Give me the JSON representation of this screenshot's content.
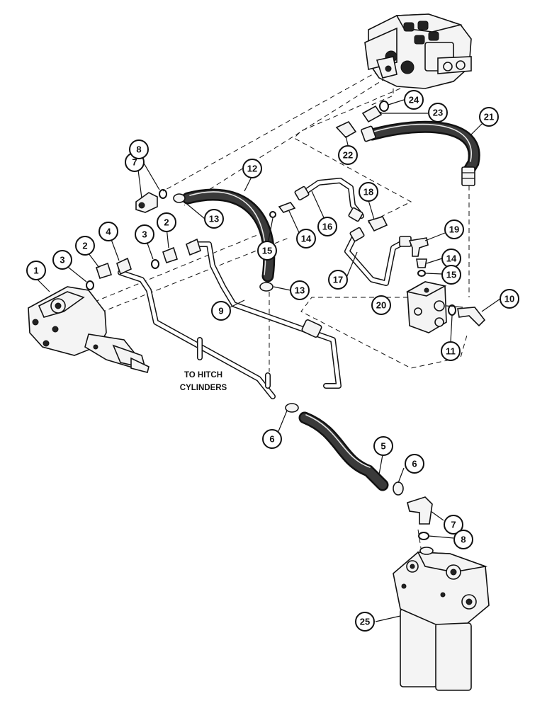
{
  "note": {
    "line1": "TO HITCH",
    "line2": "CYLINDERS"
  },
  "callouts": [
    {
      "id": "c1",
      "label": "1"
    },
    {
      "id": "c2a",
      "label": "2"
    },
    {
      "id": "c3a",
      "label": "3"
    },
    {
      "id": "c4",
      "label": "4"
    },
    {
      "id": "c3b",
      "label": "3"
    },
    {
      "id": "c2b",
      "label": "2"
    },
    {
      "id": "c5",
      "label": "5"
    },
    {
      "id": "c6a",
      "label": "6"
    },
    {
      "id": "c6b",
      "label": "6"
    },
    {
      "id": "c7a",
      "label": "7"
    },
    {
      "id": "c8a",
      "label": "8"
    },
    {
      "id": "c7b",
      "label": "7"
    },
    {
      "id": "c8b",
      "label": "8"
    },
    {
      "id": "c9",
      "label": "9"
    },
    {
      "id": "c10",
      "label": "10"
    },
    {
      "id": "c11",
      "label": "11"
    },
    {
      "id": "c12",
      "label": "12"
    },
    {
      "id": "c13a",
      "label": "13"
    },
    {
      "id": "c13b",
      "label": "13"
    },
    {
      "id": "c14a",
      "label": "14"
    },
    {
      "id": "c15a",
      "label": "15"
    },
    {
      "id": "c14b",
      "label": "14"
    },
    {
      "id": "c15b",
      "label": "15"
    },
    {
      "id": "c16",
      "label": "16"
    },
    {
      "id": "c17",
      "label": "17"
    },
    {
      "id": "c18",
      "label": "18"
    },
    {
      "id": "c19",
      "label": "19"
    },
    {
      "id": "c20",
      "label": "20"
    },
    {
      "id": "c21",
      "label": "21"
    },
    {
      "id": "c22",
      "label": "22"
    },
    {
      "id": "c23",
      "label": "23"
    },
    {
      "id": "c24",
      "label": "24"
    },
    {
      "id": "c25",
      "label": "25"
    }
  ]
}
